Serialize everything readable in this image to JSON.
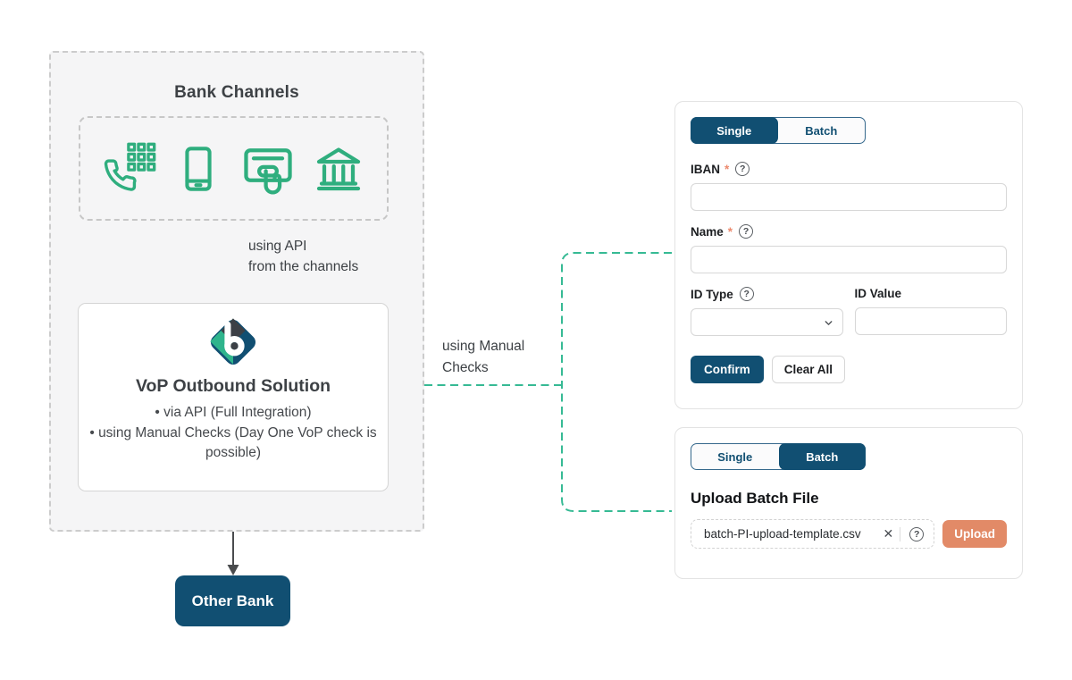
{
  "colors": {
    "navy": "#114f72",
    "green_icon": "#2fae7e",
    "teal_connector": "#36ba94",
    "orange": "#e28a67",
    "required_asterisk": "#ec8a6e",
    "diagram_text": "#3d4145",
    "panel_bg": "#f5f5f6"
  },
  "diagram": {
    "bank_channels": {
      "title": "Bank Channels",
      "icons": [
        "telephone-keypad",
        "smartphone",
        "card-terminal-tap",
        "bank-building"
      ]
    },
    "api_arrow_label": {
      "line1": "using API",
      "line2": "from the channels"
    },
    "vop_box": {
      "title": "VoP Outbound Solution",
      "bullets": [
        "via API (Full Integration)",
        "using Manual Checks (Day One VoP check is possible)"
      ]
    },
    "manual_checks_label": {
      "line1": "using Manual",
      "line2": "Checks"
    },
    "other_bank_label": "Other Bank"
  },
  "single_form": {
    "tabs": {
      "single": "Single",
      "batch": "Batch",
      "active": "Single"
    },
    "iban_label": "IBAN",
    "name_label": "Name",
    "id_type_label": "ID Type",
    "id_value_label": "ID Value",
    "required_marker": "*",
    "iban_value": "",
    "name_value": "",
    "id_type_value": "",
    "id_value_value": "",
    "confirm_label": "Confirm",
    "clear_all_label": "Clear All"
  },
  "batch_form": {
    "tabs": {
      "single": "Single",
      "batch": "Batch",
      "active": "Batch"
    },
    "heading": "Upload Batch File",
    "file_name": "batch-PI-upload-template.csv",
    "upload_label": "Upload"
  },
  "icons": {
    "help_glyph": "?",
    "close_glyph": "✕"
  }
}
